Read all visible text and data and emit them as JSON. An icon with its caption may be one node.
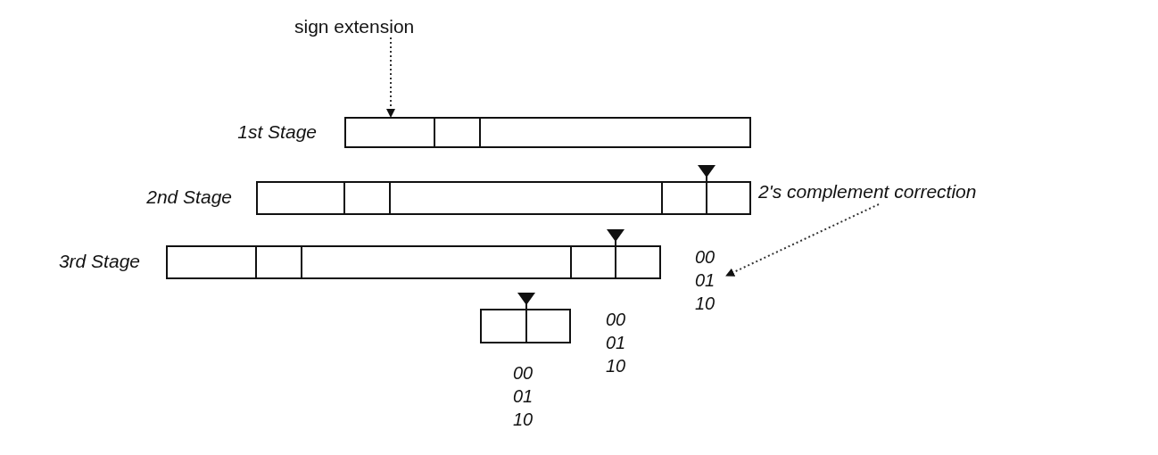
{
  "diagram": {
    "nodes": [
      {
        "text": [
          "sign extension"
        ]
      },
      {
        "text": [],
        "shape": "bar",
        "beside": [
          "1st Stage"
        ]
      },
      {
        "text": [],
        "shape": "bar",
        "beside": [
          "2nd Stage"
        ]
      },
      {
        "text": [
          "2's complement correction"
        ]
      },
      {
        "text": [],
        "shape": "bar",
        "beside": [
          "3rd Stage"
        ]
      },
      {
        "text": [
          "00 01 10"
        ]
      },
      {
        "text": [],
        "shape": "bar"
      }
    ],
    "edges": [
      {
        "from": 0,
        "to": 1,
        "arrow": "to",
        "style": "dashed"
      },
      {
        "from": 3,
        "to": 5,
        "arrow": "to",
        "style": "dashed"
      }
    ],
    "labels": [
      "00 01 10",
      "00 01 10"
    ]
  }
}
